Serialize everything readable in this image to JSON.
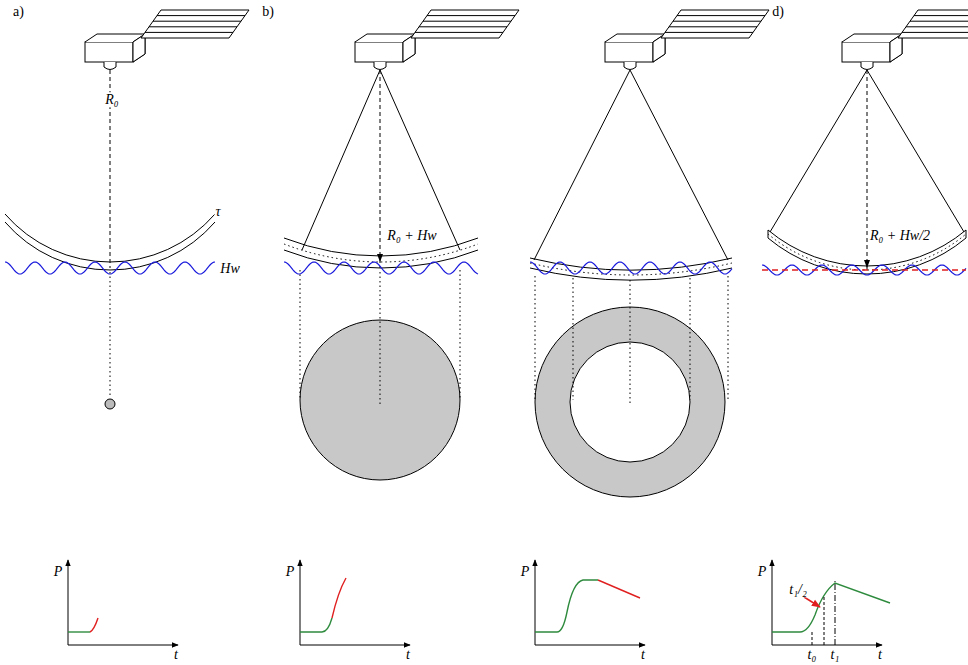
{
  "diagram": {
    "labels": [
      "a)",
      "R₀",
      "τ",
      "Hw",
      "P",
      "t",
      "b)",
      "R₀ + Hw",
      "P",
      "t",
      "P",
      "t",
      "d)",
      "R₀ + Hw/2",
      "P",
      "t₁/₂",
      "t₀",
      "t₁",
      "t"
    ]
  }
}
